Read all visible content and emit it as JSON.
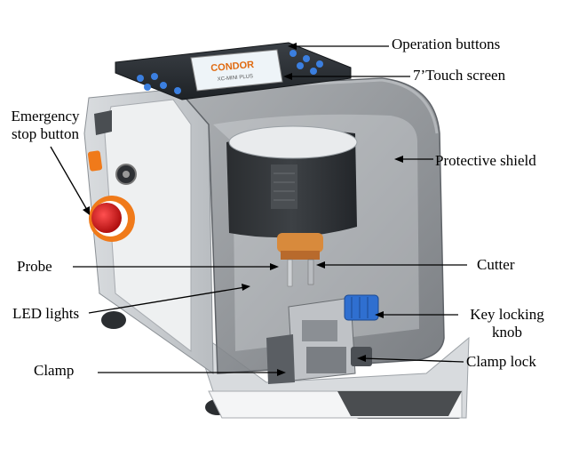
{
  "labels": {
    "operation_buttons": "Operation buttons",
    "touch_screen": "7’Touch screen",
    "emergency_line1": "Emergency",
    "emergency_line2": "stop button",
    "protective_shield": "Protective shield",
    "probe": "Probe",
    "cutter": "Cutter",
    "led_lights": "LED lights",
    "key_locking_line1": "Key locking",
    "key_locking_line2": "knob",
    "clamp": "Clamp",
    "clamp_lock": "Clamp lock"
  },
  "screen": {
    "brand_line1": "CONDOR",
    "brand_line2": "XC-MINI PLUS"
  },
  "colors": {
    "body_white": "#eceef0",
    "body_gray": "#6f747a",
    "shield": "#8a8e92",
    "estop_red": "#d41b1b",
    "estop_ring": "#f07a1a",
    "screen_bg": "#eef4f8",
    "brand_orange": "#e06a10",
    "knob_blue": "#2f6fd0",
    "button_blue": "#3b7fe0"
  }
}
